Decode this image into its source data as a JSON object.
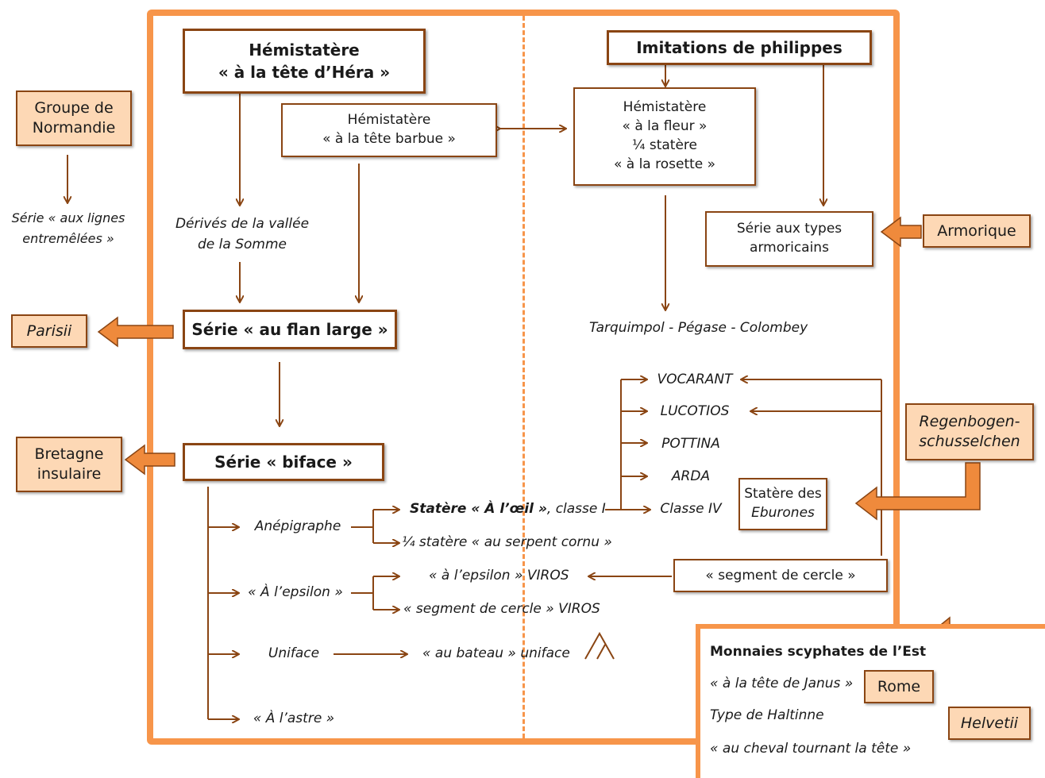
{
  "hera": {
    "line1": "Hémistatère",
    "line2": "« à la tête d’Héra »"
  },
  "philippes": {
    "title": "Imitations de philippes"
  },
  "barbue": {
    "line1": "Hémistatère",
    "line2": "« à la tête barbue »"
  },
  "fleur": {
    "line1": "Hémistatère",
    "line2": "« à la fleur »",
    "line3": "¼ statère",
    "line4": "« à la rosette »"
  },
  "normandie": {
    "line1": "Groupe de",
    "line2": "Normandie"
  },
  "lignes": {
    "line1": "Série « aux lignes",
    "line2": "entremêlées »"
  },
  "derives": {
    "line1": "Dérivés de la vallée",
    "line2": "de la Somme"
  },
  "armoricains": {
    "line1": "Série aux types",
    "line2": "armoricains"
  },
  "armorique": "Armorique",
  "flan": "Série « au flan large »",
  "parisii": "Parisii",
  "tarquimpol": "Tarquimpol - Pégase - Colombey",
  "biface": "Série « biface »",
  "bretagne": {
    "line1": "Bretagne",
    "line2": "insulaire"
  },
  "regenbogen": {
    "line1": "Regenbogen-",
    "line2": "schusselchen"
  },
  "eburones": {
    "line1": "Statère des",
    "line2": "Eburones"
  },
  "classes": [
    "VOCARANT",
    "LUCOTIOS",
    "POTTINA",
    "ARDA",
    "Classe IV"
  ],
  "anepigraphe": "Anépigraphe",
  "oeil": {
    "bold": "Statère « À l’œil »",
    "rest": ", classe I"
  },
  "serpent": "¼ statère « au serpent cornu »",
  "epsilon": "« À l’epsilon »",
  "epsilon_viros": "« à l’epsilon » VIROS",
  "segment_viros": "« segment de cercle » VIROS",
  "segment_box": "« segment de cercle  »",
  "uniface": "Uniface",
  "bateau": "« au bateau » uniface",
  "astre": "« À l’astre »",
  "scyphates": {
    "title": "Monnaies scyphates de l’Est",
    "janus": "« à la tête de Janus »",
    "haltinne": "Type de Haltinne",
    "cheval": "« au cheval tournant la tête »"
  },
  "rome": "Rome",
  "helvetii": "Helvetii",
  "colors": {
    "frame": "#f7954a",
    "line": "#8a4513",
    "tag_fill": "#fdd8b5",
    "arrow_fill": "#ef8a3c"
  }
}
